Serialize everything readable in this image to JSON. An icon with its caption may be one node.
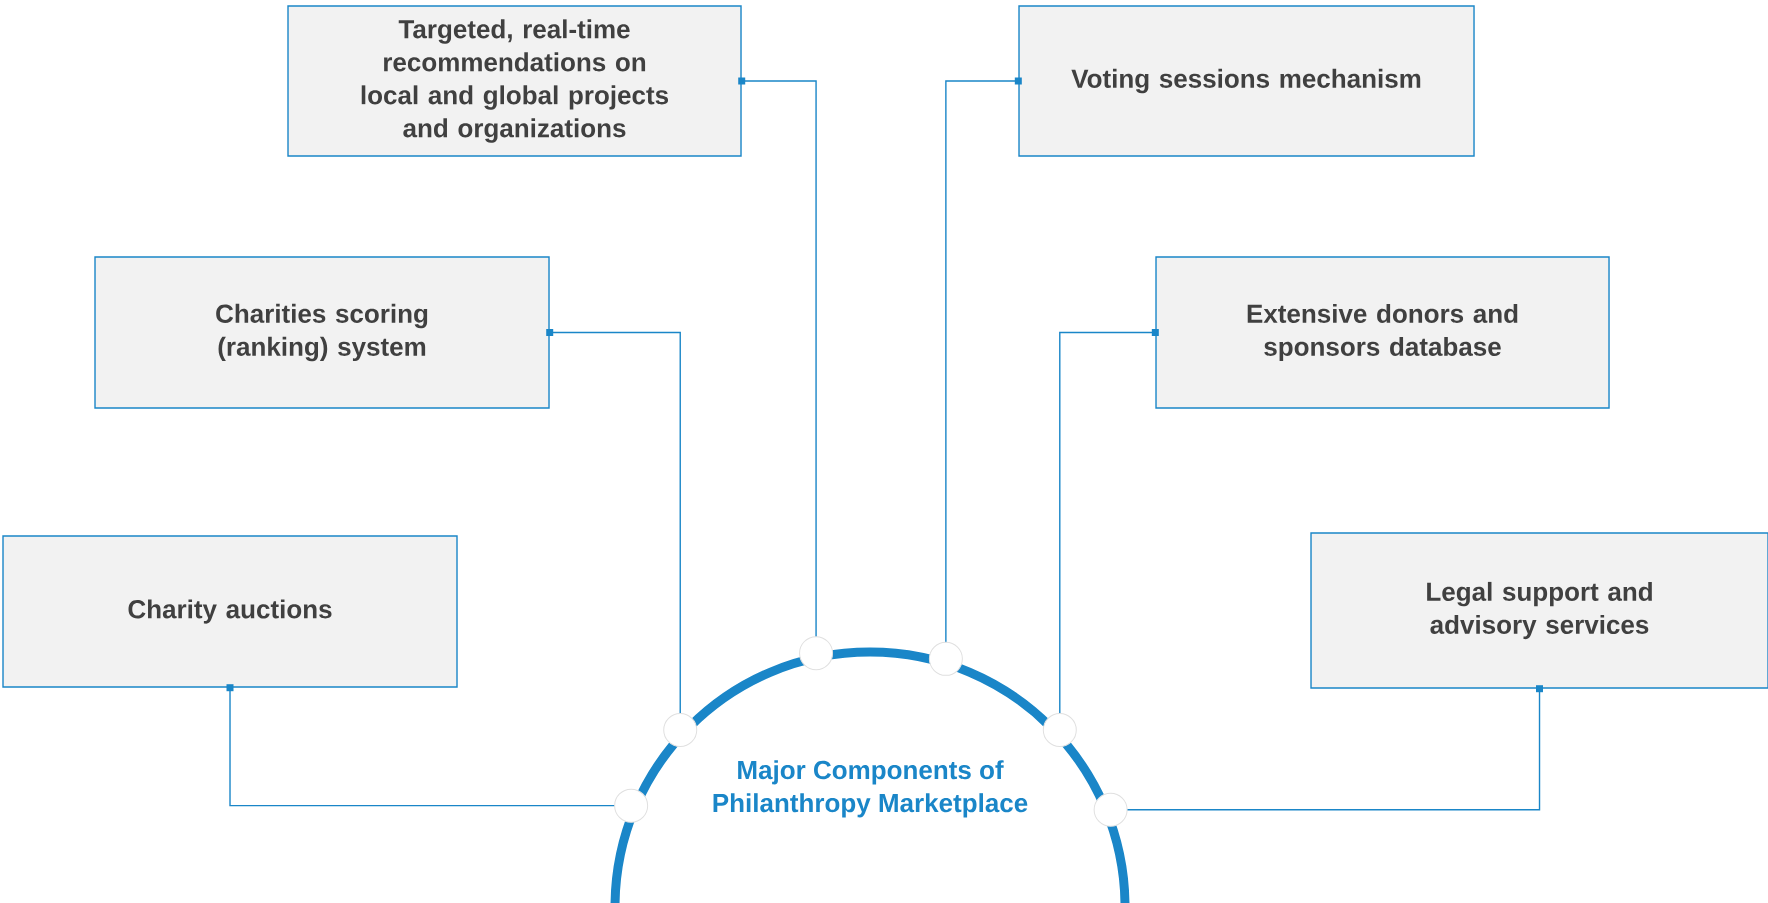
{
  "diagram": {
    "nodes": [
      {
        "text": [
          "Targeted, real-time recommendations on local and global projects and organizations"
        ]
      },
      {
        "text": [
          "Voting sessions mechanism"
        ]
      },
      {
        "text": [
          "Charities scoring (ranking) system"
        ]
      },
      {
        "text": [
          "Extensive donors and sponsors database"
        ]
      },
      {
        "text": [
          "Charity auctions"
        ]
      },
      {
        "text": [
          "Legal support and advisory services"
        ]
      },
      {
        "text": [
          "Major Components of Philanthropy Marketplace"
        ]
      }
    ],
    "edges": [
      {
        "from": 6,
        "to": 0,
        "arrow": "other"
      },
      {
        "from": 6,
        "to": 1,
        "arrow": "other"
      },
      {
        "from": 6,
        "to": 2,
        "arrow": "other"
      },
      {
        "from": 6,
        "to": 3,
        "arrow": "other"
      },
      {
        "from": 6,
        "to": 4,
        "arrow": "other"
      },
      {
        "from": 6,
        "to": 5,
        "arrow": "other"
      }
    ]
  }
}
